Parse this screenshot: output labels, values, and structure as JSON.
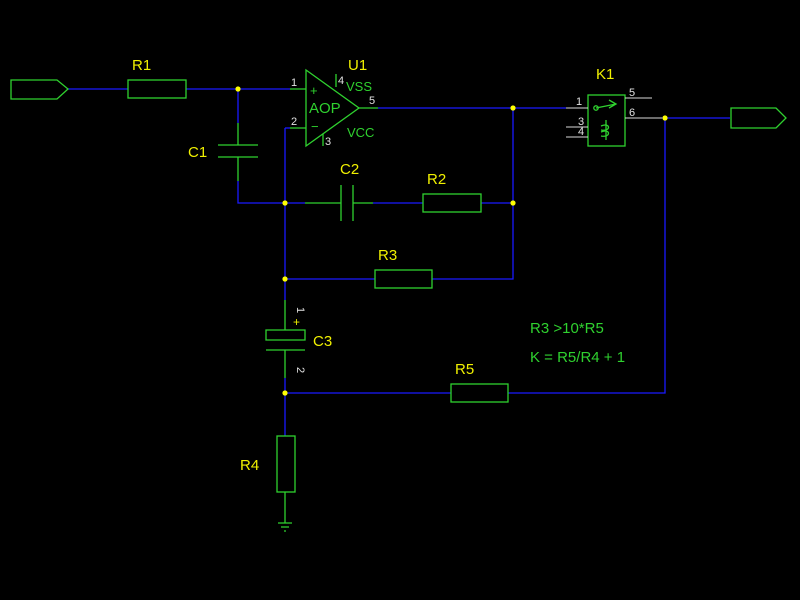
{
  "components": {
    "r1": {
      "ref": "R1"
    },
    "r2": {
      "ref": "R2"
    },
    "r3": {
      "ref": "R3"
    },
    "r4": {
      "ref": "R4"
    },
    "r5": {
      "ref": "R5"
    },
    "c1": {
      "ref": "C1"
    },
    "c2": {
      "ref": "C2"
    },
    "c3": {
      "ref": "C3",
      "pin1": "1",
      "pin2": "2",
      "polarity": "+"
    },
    "u1": {
      "ref": "U1",
      "body": "AOP",
      "vss": "VSS",
      "vcc": "VCC",
      "plus": "+",
      "minus": "−",
      "pin_in_plus": "1",
      "pin_in_minus": "2",
      "pin_out": "5",
      "pin_vss": "4",
      "pin_vcc": "3"
    },
    "k1": {
      "ref": "K1",
      "pin1": "1",
      "pin3": "3",
      "pin4": "4",
      "pin5": "5",
      "pin6": "6"
    }
  },
  "notes": {
    "line1": "R3 >10*R5",
    "line2": "K = R5/R4 + 1"
  },
  "colors": {
    "background": "#000000",
    "wire": "#1a1aff",
    "component": "#2fd12f",
    "junction": "#ffff00",
    "label": "#f0f000"
  }
}
